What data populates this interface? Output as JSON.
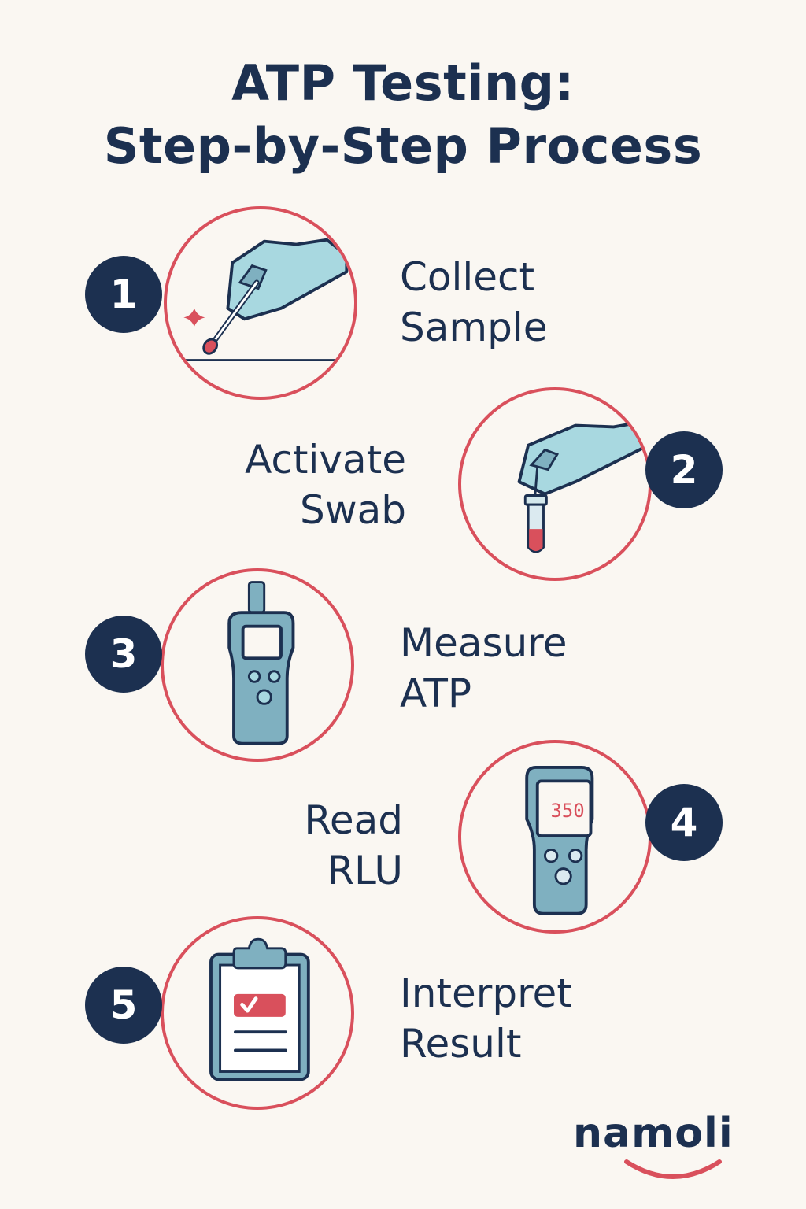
{
  "title": {
    "line1": "ATP Testing:",
    "line2": "Step-by-Step Process"
  },
  "steps": [
    {
      "number": "1",
      "label_line1": "Collect",
      "label_line2": "Sample",
      "icon": "gloved-hand-swab-icon"
    },
    {
      "number": "2",
      "label_line1": "Activate",
      "label_line2": "Swab",
      "icon": "hand-test-tube-icon"
    },
    {
      "number": "3",
      "label_line1": "Measure",
      "label_line2": "ATP",
      "icon": "luminometer-icon"
    },
    {
      "number": "4",
      "label_line1": "Read",
      "label_line2": "RLU",
      "icon": "luminometer-reading-icon",
      "display_value": "350"
    },
    {
      "number": "5",
      "label_line1": "Interpret",
      "label_line2": "Result",
      "icon": "clipboard-check-icon"
    }
  ],
  "brand": {
    "name": "namoli"
  },
  "colors": {
    "navy": "#1c3050",
    "red": "#d9505c",
    "glove": "#a8d8e0",
    "device": "#7fb0c0",
    "background": "#faf7f2"
  }
}
